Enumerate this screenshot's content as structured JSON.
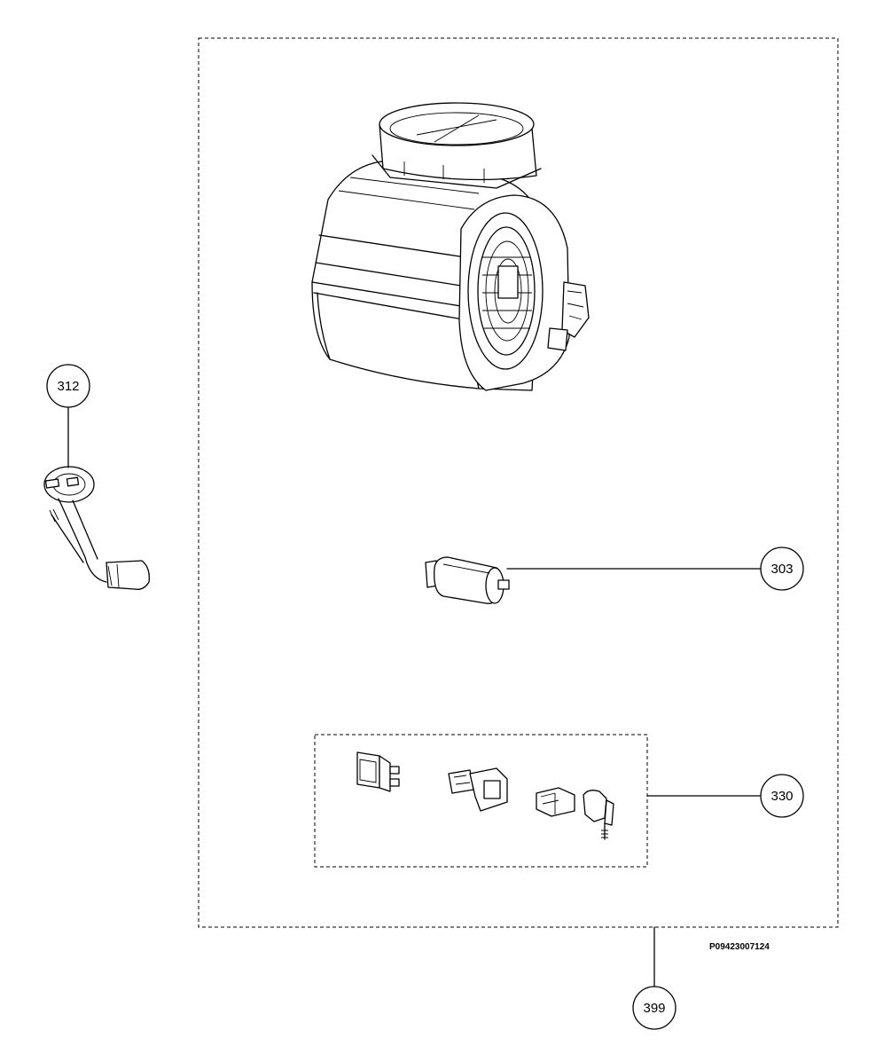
{
  "callouts": {
    "c312": "312",
    "c303": "303",
    "c330": "330",
    "c399": "399"
  },
  "drawing_code": "P09423007124"
}
